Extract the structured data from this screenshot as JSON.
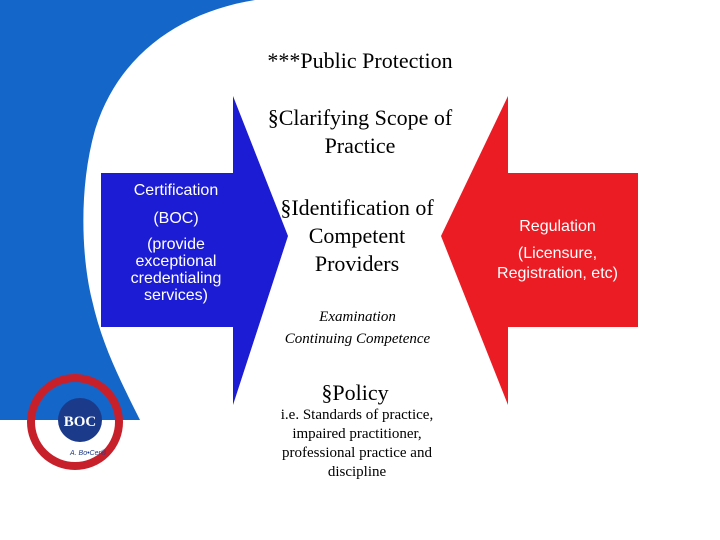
{
  "colors": {
    "blue_shape": "#1c1cd4",
    "red_shape": "#ec1c24",
    "left_curve": "#1466c8",
    "logo_ring": "#c8202a",
    "logo_inner": "#1c3a8a"
  },
  "top_text": {
    "public_protection": "***Public Protection",
    "scope_line1": "§Clarifying Scope of",
    "scope_line2": "Practice"
  },
  "left_box": {
    "line1": "Certification",
    "line2": "(BOC)",
    "line3": "(provide",
    "line4": "exceptional",
    "line5": "credentialing",
    "line6": "services)"
  },
  "right_box": {
    "line1": "Regulation",
    "line2": "(Licensure,",
    "line3": "Registration, etc)"
  },
  "center_text": {
    "ident_line1": "§Identification of",
    "ident_line2": "Competent",
    "ident_line3": "Providers",
    "exam": "Examination",
    "cont_comp": "Continuing Competence",
    "policy": "§Policy",
    "detail_line1": "i.e. Standards of practice,",
    "detail_line2": "impaired practitioner,",
    "detail_line3": "professional  practice and",
    "detail_line4": "discipline"
  },
  "logo": {
    "name": "BOC",
    "tagline": "A. Bo•Cer®"
  }
}
